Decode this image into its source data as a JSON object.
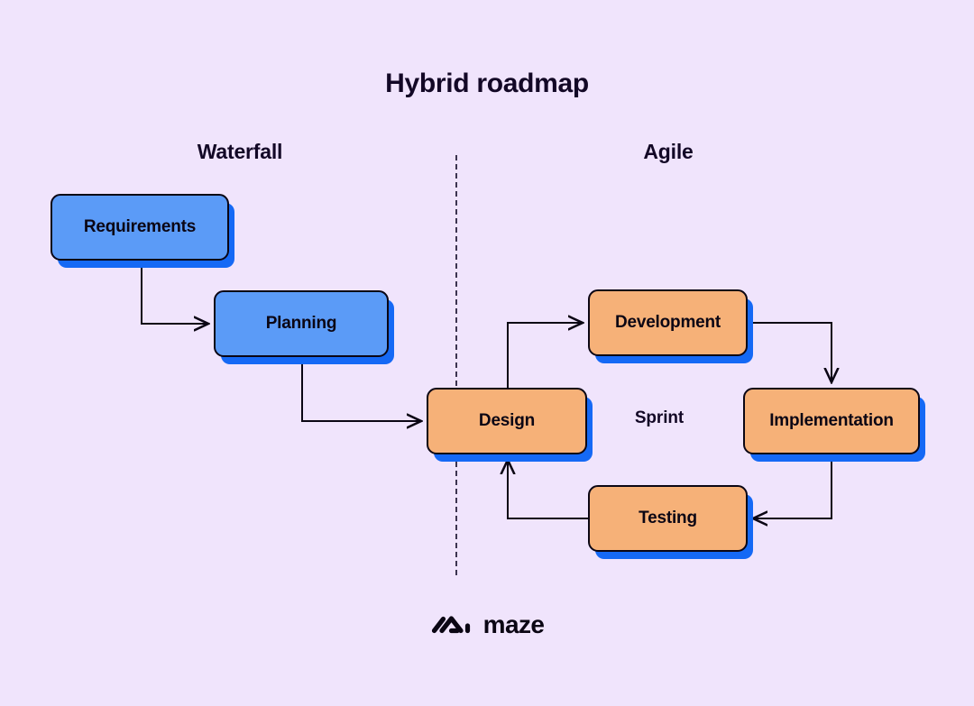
{
  "page": {
    "title": "Hybrid roadmap",
    "background_color": "#F0E4FC",
    "text_color": "#130826"
  },
  "sections": {
    "left_heading": "Waterfall",
    "right_heading": "Agile",
    "divider": "dashed-vertical-divider"
  },
  "diagram": {
    "type": "flowchart",
    "sprint_label": "Sprint",
    "colors": {
      "blue_node": "#5B9BF7",
      "orange_node": "#F6B178",
      "shadow": "#1569F5",
      "stroke": "#0B0614"
    },
    "nodes": [
      {
        "id": "requirements",
        "label": "Requirements",
        "phase": "Waterfall",
        "color": "blue"
      },
      {
        "id": "planning",
        "label": "Planning",
        "phase": "Waterfall",
        "color": "blue"
      },
      {
        "id": "design",
        "label": "Design",
        "phase": "Agile",
        "color": "orange"
      },
      {
        "id": "development",
        "label": "Development",
        "phase": "Agile",
        "color": "orange"
      },
      {
        "id": "implementation",
        "label": "Implementation",
        "phase": "Agile",
        "color": "orange"
      },
      {
        "id": "testing",
        "label": "Testing",
        "phase": "Agile",
        "color": "orange"
      }
    ],
    "edges": [
      {
        "from": "requirements",
        "to": "planning"
      },
      {
        "from": "planning",
        "to": "design"
      },
      {
        "from": "design",
        "to": "development"
      },
      {
        "from": "development",
        "to": "implementation"
      },
      {
        "from": "implementation",
        "to": "testing"
      },
      {
        "from": "testing",
        "to": "design"
      }
    ]
  },
  "branding": {
    "logo_mark": "maze-logo-icon",
    "wordmark": "maze"
  }
}
